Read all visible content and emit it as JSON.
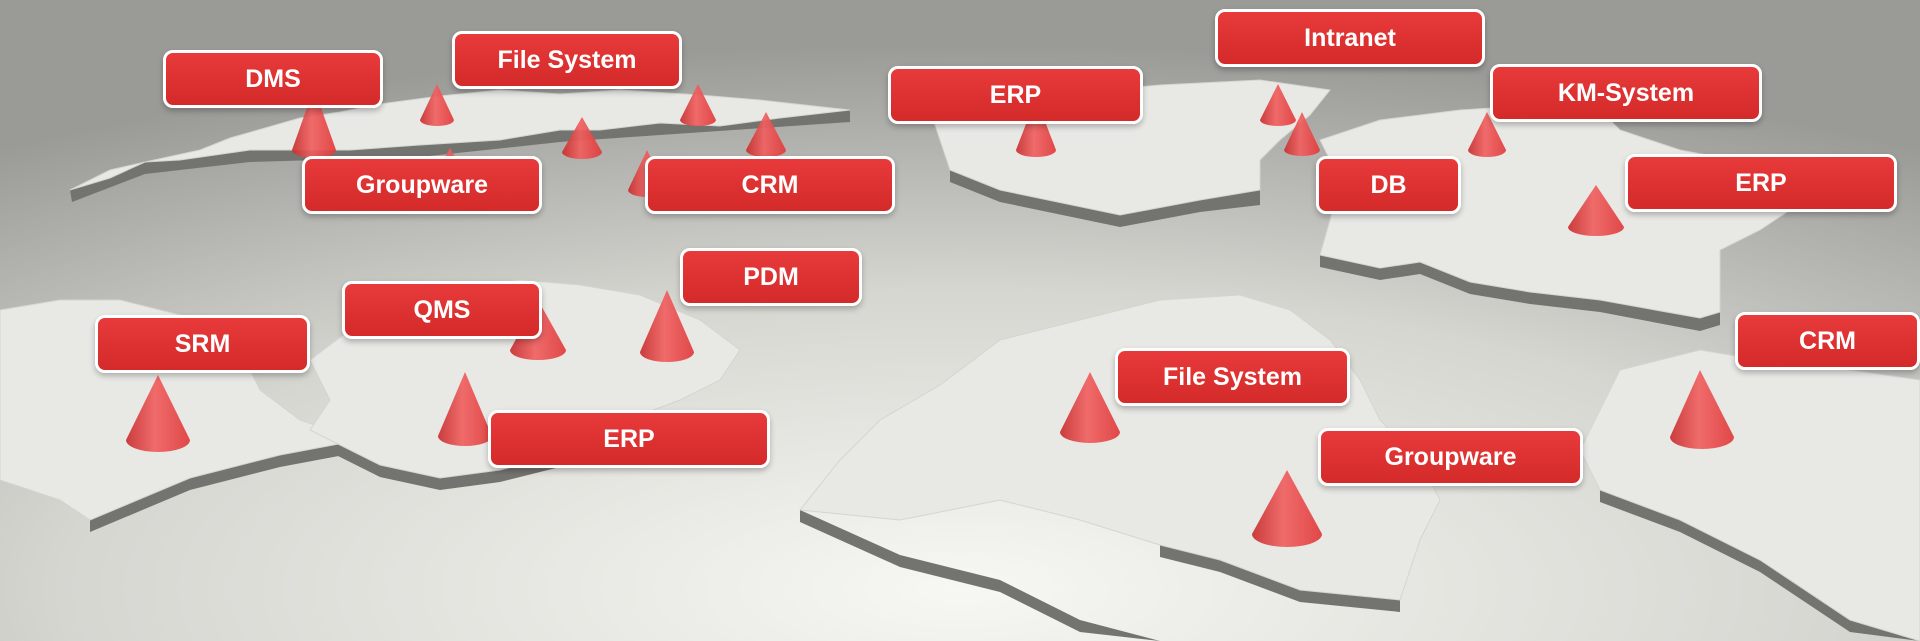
{
  "colors": {
    "label_fill": "#e03333",
    "label_border": "#ffffff",
    "cone": "#e84848",
    "landmass_top": "#e9e9e7",
    "landmass_side": "#6e6e6a",
    "background_top": "#9c9d99",
    "background_center": "#f5f5f2"
  },
  "labels": [
    {
      "id": "dms",
      "text": "DMS"
    },
    {
      "id": "file-system-top",
      "text": "File System"
    },
    {
      "id": "groupware-top",
      "text": "Groupware"
    },
    {
      "id": "crm-top",
      "text": "CRM"
    },
    {
      "id": "erp-center",
      "text": "ERP"
    },
    {
      "id": "intranet",
      "text": "Intranet"
    },
    {
      "id": "km-system",
      "text": "KM-System"
    },
    {
      "id": "db",
      "text": "DB"
    },
    {
      "id": "erp-right",
      "text": "ERP"
    },
    {
      "id": "pdm",
      "text": "PDM"
    },
    {
      "id": "qms",
      "text": "QMS"
    },
    {
      "id": "srm",
      "text": "SRM"
    },
    {
      "id": "erp-left",
      "text": "ERP"
    },
    {
      "id": "file-system-bottom",
      "text": "File System"
    },
    {
      "id": "groupware-bottom",
      "text": "Groupware"
    },
    {
      "id": "crm-right",
      "text": "CRM"
    }
  ],
  "icons": {
    "marker": "cone-marker-icon",
    "island": "landmass-island"
  }
}
